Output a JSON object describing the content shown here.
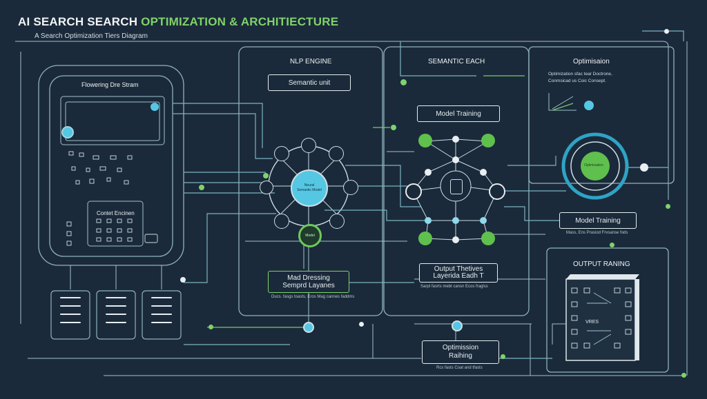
{
  "title": {
    "part1": "AI SEARCH SEARCH",
    "part2": "OPTIMIZATION",
    "part3": "& ARCHITIECTURE"
  },
  "subtitle": "A Search Optimization Tiers Diagram",
  "left_panel": {
    "heading": "Flowering Dre Stram",
    "content_label": "Contet Encinen"
  },
  "nlp": {
    "heading": "NLP ENGINE",
    "box": "Semantic unit",
    "center_node": "Neural Semantic Model",
    "bottom_node": "Model",
    "lower_box_line1": "Mad Dressing",
    "lower_box_line2": "Semprd Layanes",
    "caption": "Ducs. fasgs toasts, Eros Mag cannes faddms"
  },
  "semantic": {
    "heading": "SEMANTIC EACH",
    "box": "Model Training",
    "lower_box_line1": "Output Thetives",
    "lower_box_line2": "Layerida Eadh T",
    "caption": "Sarpt fasrts mebt cansn Ecos fraglss"
  },
  "optimisation": {
    "heading": "Optimisaion",
    "desc_line1": "Optimization sfac tear Doctrone,",
    "desc_line2": "Conmsicad us Coic Consept.",
    "ring_label": "Optimisation",
    "training_box": "Model Training",
    "training_caption": "Mass, Ens Prasiod Frvsanse fods"
  },
  "output": {
    "heading": "OUTPUT RANING",
    "server_label": "VRES"
  },
  "bottom_box": {
    "line1": "Optimission",
    "line2": "Raihing",
    "caption": "Rcs fasts Coat and tfasts"
  }
}
